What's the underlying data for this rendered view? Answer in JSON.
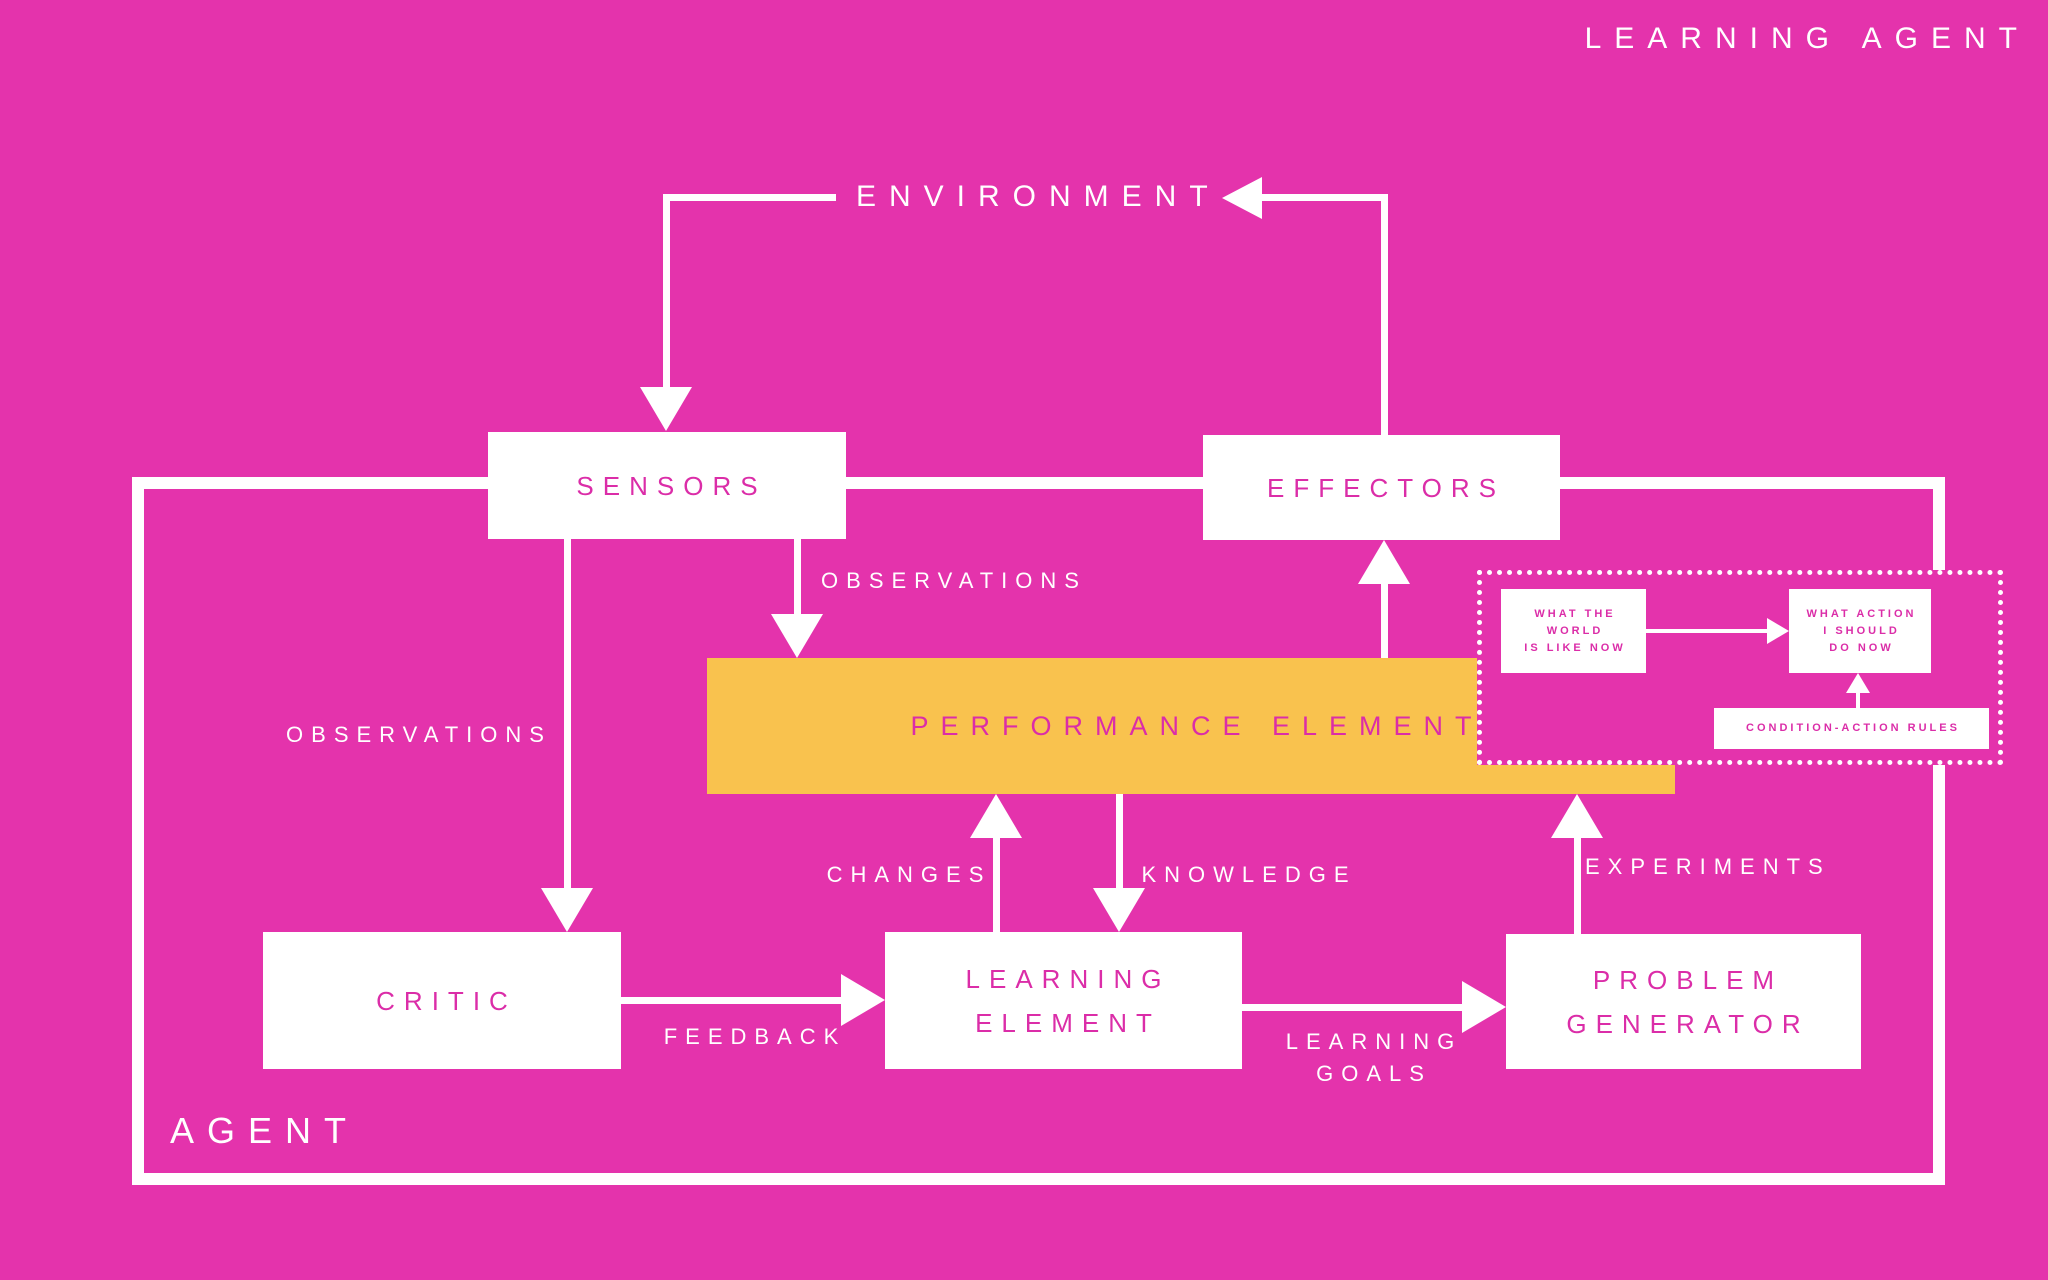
{
  "colors": {
    "background": "#E433AC",
    "accent": "#DB2DA8",
    "yellow": "#F9C24E",
    "white": "#FFFFFF"
  },
  "header": {
    "title": "LEARNING AGENT"
  },
  "environment": {
    "label": "ENVIRONMENT"
  },
  "agent": {
    "label": "AGENT"
  },
  "boxes": {
    "sensors": "SENSORS",
    "effectors": "EFFECTORS",
    "performance_element": "PERFORMANCE ELEMENT",
    "critic": "CRITIC",
    "learning_element": [
      "LEARNING",
      "ELEMENT"
    ],
    "problem_generator": [
      "PROBLEM",
      "GENERATOR"
    ]
  },
  "flow_labels": {
    "observations_to_critic": "OBSERVATIONS",
    "observations_to_performance": "OBSERVATIONS",
    "changes": "CHANGES",
    "knowledge": "KNOWLEDGE",
    "experiments": "EXPERIMENTS",
    "feedback": "FEEDBACK",
    "learning_goals": [
      "LEARNING",
      "GOALS"
    ]
  },
  "performance_model": {
    "world_state": [
      "WHAT THE",
      "WORLD",
      "IS LIKE NOW"
    ],
    "action_selection": [
      "WHAT ACTION",
      "I SHOULD",
      "DO NOW"
    ],
    "rules": "CONDITION-ACTION RULES"
  }
}
